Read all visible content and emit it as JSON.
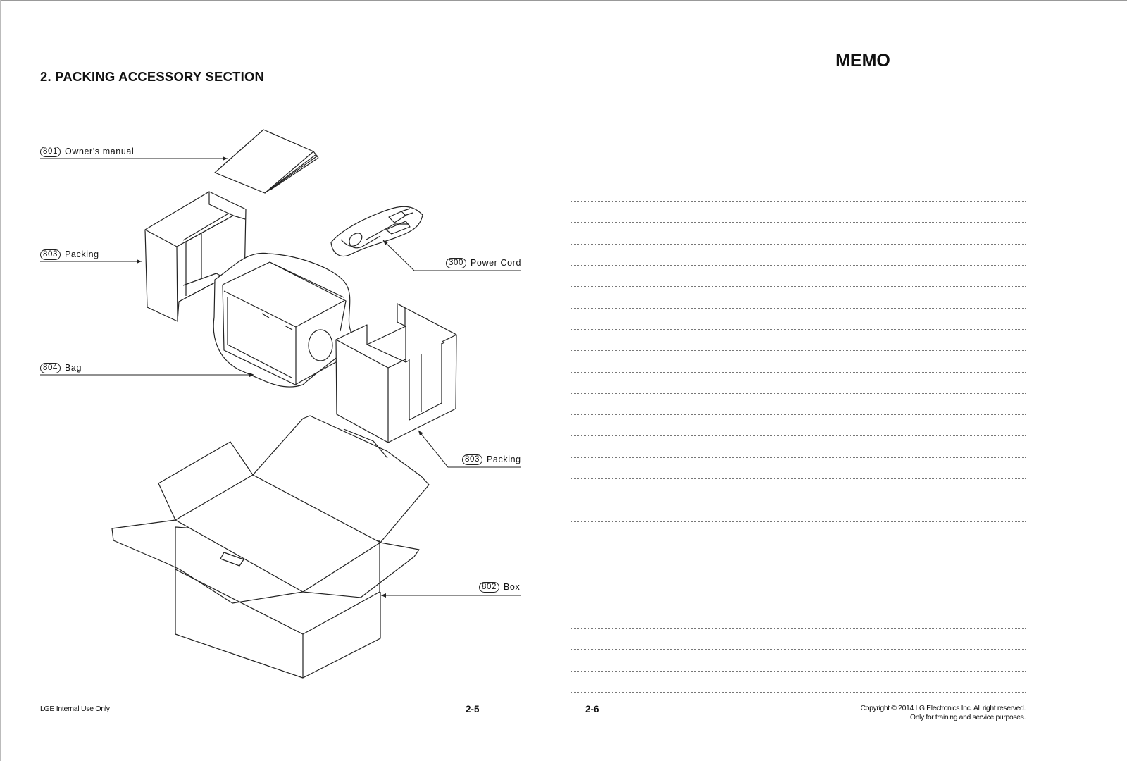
{
  "left_page": {
    "section_title": "2. PACKING ACCESSORY SECTION",
    "callouts": [
      {
        "code": "801",
        "label": "Owner's manual"
      },
      {
        "code": "803",
        "label": "Packing"
      },
      {
        "code": "300",
        "label": "Power Cord"
      },
      {
        "code": "804",
        "label": "Bag"
      },
      {
        "code": "803",
        "label": "Packing"
      },
      {
        "code": "802",
        "label": "Box"
      }
    ],
    "footer": "LGE Internal Use Only",
    "page_number": "2-5"
  },
  "right_page": {
    "title": "MEMO",
    "line_count": 28,
    "page_number": "2-6",
    "copyright_line1": "Copyright © 2014 LG Electronics Inc. All right reserved.",
    "copyright_line2": "Only for training and service purposes."
  },
  "icons": [
    "owners-manual-drawing",
    "packing-foam-drawing",
    "power-cord-drawing",
    "bag-drawing",
    "box-drawing"
  ]
}
